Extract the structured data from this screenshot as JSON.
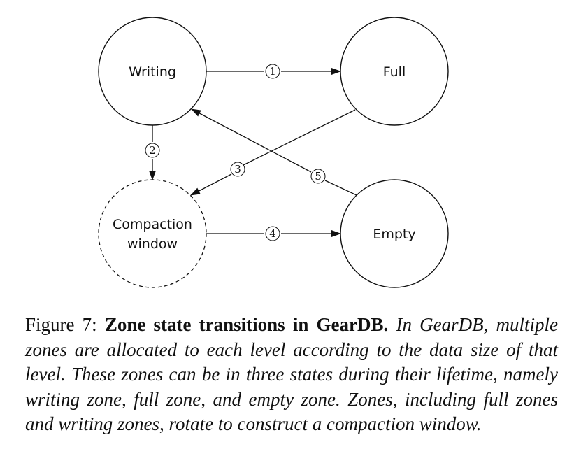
{
  "diagram": {
    "nodes": {
      "writing": {
        "label": "Writing"
      },
      "full": {
        "label": "Full"
      },
      "compaction": {
        "label_line1": "Compaction",
        "label_line2": "window"
      },
      "empty": {
        "label": "Empty"
      }
    },
    "transitions": [
      {
        "step": "1",
        "from": "Writing",
        "to": "Full"
      },
      {
        "step": "2",
        "from": "Writing",
        "to": "Compaction window"
      },
      {
        "step": "3",
        "from": "Full",
        "to": "Compaction window"
      },
      {
        "step": "4",
        "from": "Compaction window",
        "to": "Empty"
      },
      {
        "step": "5",
        "from": "Empty",
        "to": "Writing"
      }
    ]
  },
  "caption": {
    "prefix": "Figure 7: ",
    "title": "Zone state transitions in GearDB.",
    "body": " In GearDB, multiple zones are allocated to each level according to the data size of that level. These zones can be in three states during their lifetime, namely writing zone, full zone, and empty zone. Zones, including full zones and writing zones, rotate to construct a compaction window."
  }
}
